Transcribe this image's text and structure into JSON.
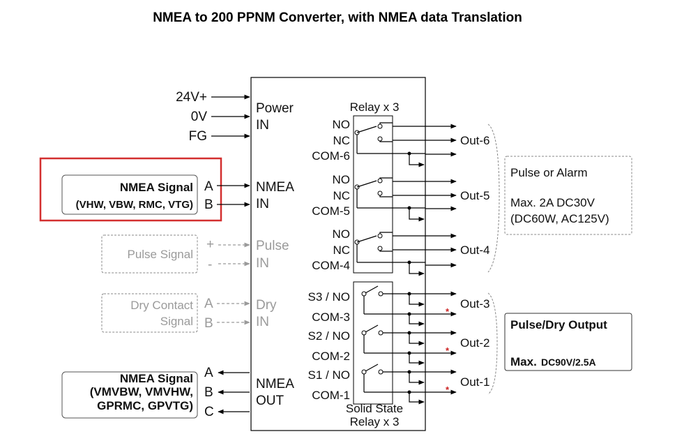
{
  "title": "NMEA to 200 PPNM Converter, with NMEA data Translation",
  "power": {
    "inputs": [
      "24V+",
      "0V",
      "FG"
    ],
    "label_line1": "Power",
    "label_line2": "IN"
  },
  "nmea_in": {
    "source_title": "NMEA Signal",
    "source_sentences": "(VHW, VBW, RMC, VTG)",
    "pins": [
      "A",
      "B"
    ],
    "label_line1": "NMEA",
    "label_line2": "IN",
    "highlight_color": "#d32f2f"
  },
  "pulse_in": {
    "source": "Pulse Signal",
    "pins": [
      "+",
      "-"
    ],
    "label_line1": "Pulse",
    "label_line2": "IN"
  },
  "dry_in": {
    "source_line1": "Dry Contact",
    "source_line2": "Signal",
    "pins": [
      "A",
      "B"
    ],
    "label_line1": "Dry",
    "label_line2": "IN"
  },
  "nmea_out": {
    "dest_title": "NMEA Signal",
    "dest_line2": "(VMVBW, VMVHW,",
    "dest_line3": "GPRMC, GPVTG)",
    "pins": [
      "A",
      "B",
      "C"
    ],
    "label_line1": "NMEA",
    "label_line2": "OUT"
  },
  "relay": {
    "header": "Relay x 3",
    "groups": [
      {
        "contacts": [
          "NO",
          "NC",
          "COM-6"
        ],
        "output": "Out-6"
      },
      {
        "contacts": [
          "NO",
          "NC",
          "COM-5"
        ],
        "output": "Out-5"
      },
      {
        "contacts": [
          "NO",
          "NC",
          "COM-4"
        ],
        "output": "Out-4"
      }
    ],
    "spec_title": "Pulse or Alarm",
    "spec_line1": "Max. 2A DC30V",
    "spec_line2": "(DC60W, AC125V)"
  },
  "ssr": {
    "footer_line1": "Solid State",
    "footer_line2": "Relay x 3",
    "groups": [
      {
        "contacts": [
          "S3 / NO",
          "COM-3"
        ],
        "output": "Out-3"
      },
      {
        "contacts": [
          "S2 / NO",
          "COM-2"
        ],
        "output": "Out-2"
      },
      {
        "contacts": [
          "S1 / NO",
          "COM-1"
        ],
        "output": "Out-1"
      }
    ],
    "marker": "*",
    "spec_title": "Pulse/Dry Output",
    "spec_max": "Max.",
    "spec_rating": "DC90V/2.5A"
  }
}
